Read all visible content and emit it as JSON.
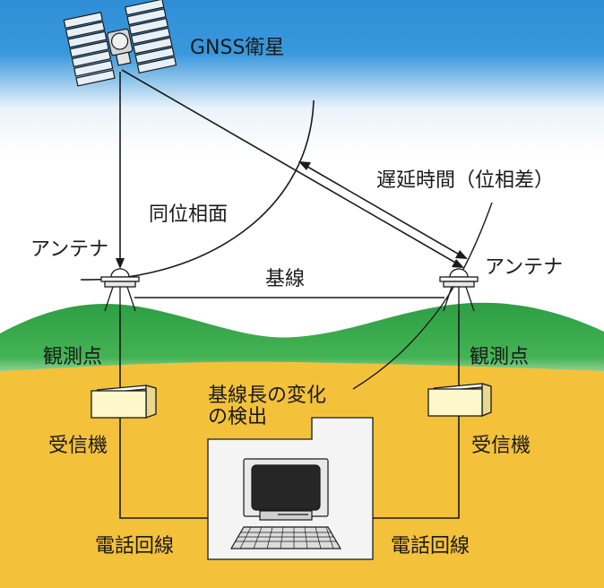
{
  "labels": {
    "satellite": "GNSS衛星",
    "phase_front": "同位相面",
    "delay": "遅延時間（位相差）",
    "antenna_left": "アンテナ",
    "antenna_right": "アンテナ",
    "baseline": "基線",
    "station_left": "観測点",
    "station_right": "観測点",
    "detection_line1": "基線長の変化",
    "detection_line2": "の検出",
    "receiver_left": "受信機",
    "receiver_right": "受信機",
    "phone_left": "電話回線",
    "phone_right": "電話回線"
  },
  "colors": {
    "sky_top": "#2f8ed6",
    "sky_light": "#ffffff",
    "ground": "#f3c13a",
    "hill": "#36a848",
    "receiver_box": "#fdf8cc",
    "panel": "#f4f4f4",
    "line": "#1a1a1a"
  },
  "icons": [
    "satellite-icon",
    "antenna-icon",
    "receiver-icon",
    "computer-icon",
    "keyboard-icon"
  ]
}
